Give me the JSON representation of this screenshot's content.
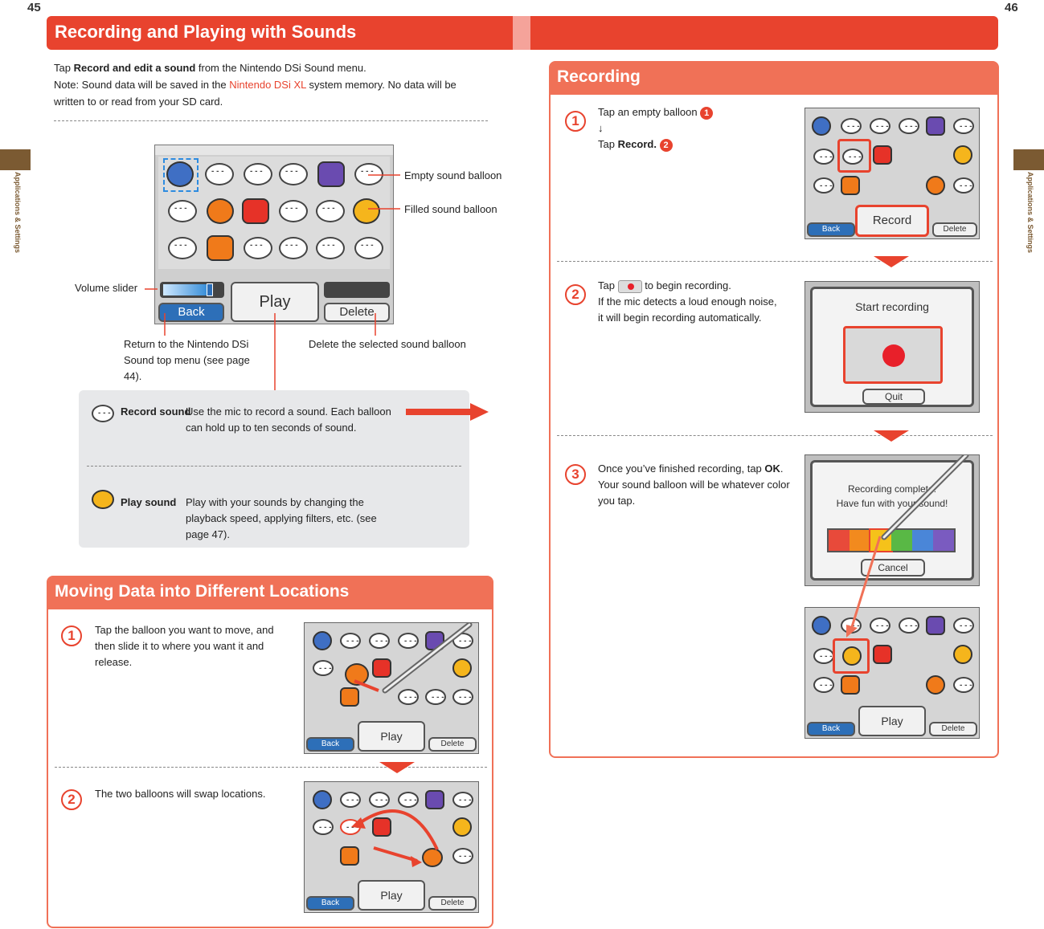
{
  "pages": {
    "left": "45",
    "right": "46"
  },
  "side_label": "Applications & Settings",
  "title": "Recording and Playing with Sounds",
  "intro": {
    "tap_prefix": "Tap ",
    "tap_bold": "Record and edit a sound",
    "tap_suffix": " from the Nintendo DSi Sound menu.",
    "note_prefix": "Note: Sound data will be saved in the ",
    "note_red": "Nintendo DSi XL",
    "note_suffix": " system memory. No data will be written to or read from your SD card."
  },
  "callouts": {
    "empty": "Empty sound balloon",
    "filled": "Filled sound balloon",
    "volume": "Volume slider",
    "return": "Return to the Nintendo DSi Sound top menu (see page 44).",
    "delete": "Delete the selected sound balloon"
  },
  "screen_buttons": {
    "play": "Play",
    "back": "Back",
    "delete": "Delete",
    "record": "Record",
    "quit": "Quit",
    "cancel": "Cancel"
  },
  "dialogs": {
    "start_recording": "Start recording",
    "complete_line1": "Recording complete!",
    "complete_line2": "Have fun with your sound!"
  },
  "info": [
    {
      "term": "Record sound",
      "desc": "Use the mic to record a sound. Each balloon can hold up to ten seconds of sound."
    },
    {
      "term": "Play sound",
      "desc": "Play with your sounds by changing the playback speed,  applying filters, etc. (see page 47)."
    }
  ],
  "moving": {
    "title": "Moving Data into Different Locations",
    "steps": [
      {
        "num": "1",
        "text": "Tap the balloon you want to move, and then slide it to where you want it and release."
      },
      {
        "num": "2",
        "text": "The two balloons will swap locations."
      }
    ]
  },
  "recording": {
    "title": "Recording",
    "step1": {
      "num": "1",
      "line1": "Tap an empty balloon ",
      "badge1": "1",
      "arrow": "↓",
      "line2_prefix": "Tap ",
      "line2_bold": "Record.",
      "badge2": "2"
    },
    "step2": {
      "num": "2",
      "prefix": "Tap ",
      "suffix": " to begin recording.",
      "line2": "If the mic detects a loud enough noise,",
      "line3": "it will begin recording automatically."
    },
    "step3": {
      "num": "3",
      "prefix": "Once you’ve finished recording, tap ",
      "bold": "OK",
      "suffix": ".",
      "line2": "Your sound balloon will be whatever color",
      "line3": "you tap."
    }
  },
  "colors": {
    "accent": "#e8432e",
    "section": "#f07157",
    "tab": "#7b5a32",
    "blue_balloon": "#3f6fc4",
    "orange": "#f07a1a",
    "yellow": "#f5b51c",
    "purple": "#6a4bb0",
    "swatches": [
      "#e84a3a",
      "#f28a1e",
      "#f5c21a",
      "#59b845",
      "#4a86d8",
      "#7a5bc0"
    ]
  }
}
